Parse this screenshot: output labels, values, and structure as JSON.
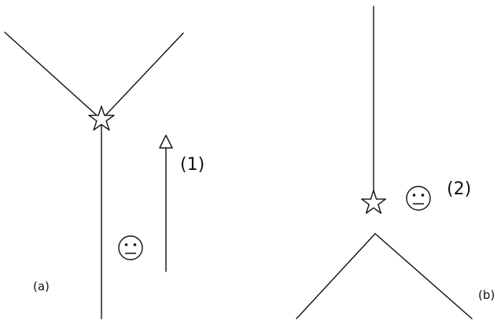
{
  "diagram": {
    "panels": [
      {
        "id": "a",
        "caption": "(a)",
        "step_label": "(1)"
      },
      {
        "id": "b",
        "caption": "(b)",
        "step_label": "(2)"
      }
    ],
    "icons": {
      "junction": "star-icon",
      "observer": "neutral-face-icon",
      "direction": "up-arrow-icon"
    }
  }
}
